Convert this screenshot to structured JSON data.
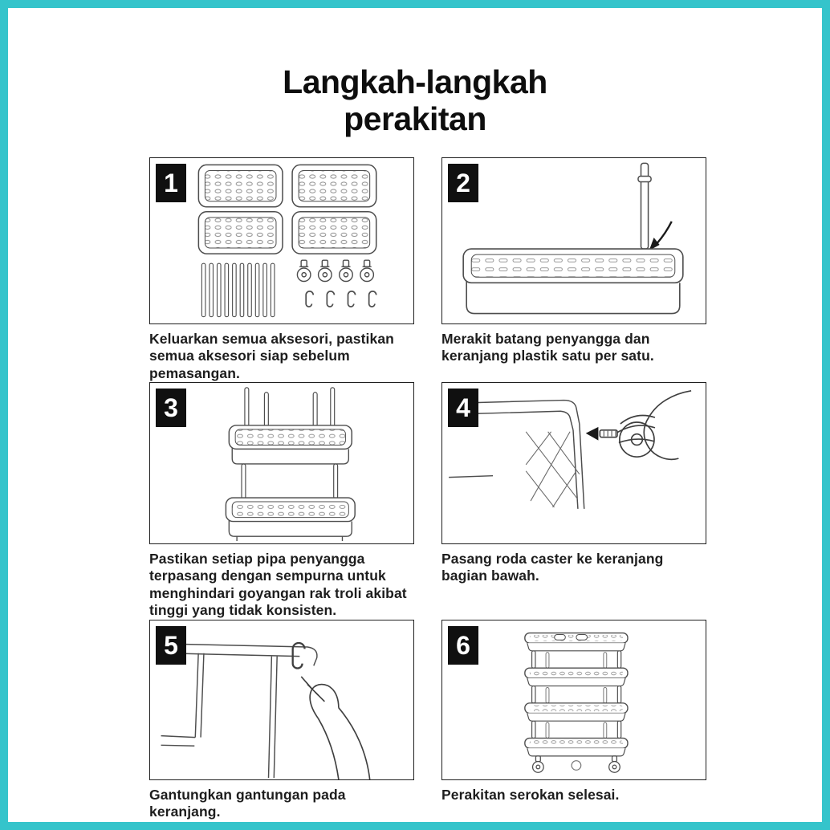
{
  "colors": {
    "accent": "#35c4cb",
    "ink": "#1d1d1d",
    "line": "#4d4d4d"
  },
  "title": {
    "line1": "Langkah-langkah",
    "line2": "perakitan"
  },
  "steps": [
    {
      "number": "1",
      "illustration": "parts-overview",
      "caption": "Keluarkan semua aksesori, pastikan semua aksesori siap sebelum pemasangan."
    },
    {
      "number": "2",
      "illustration": "attach-pole-to-basket",
      "caption": "Merakit batang penyangga dan keranjang plastik satu per satu."
    },
    {
      "number": "3",
      "illustration": "two-tier-assembly",
      "caption": "Pastikan setiap pipa penyangga terpasang dengan sempurna untuk menghindari goyangan rak troli akibat tinggi yang tidak konsisten."
    },
    {
      "number": "4",
      "illustration": "install-caster-wheel",
      "caption": "Pasang roda caster ke keranjang bagian bawah."
    },
    {
      "number": "5",
      "illustration": "hang-hook",
      "caption": "Gantungkan gantungan pada keranjang."
    },
    {
      "number": "6",
      "illustration": "finished-trolley",
      "caption": "Perakitan serokan selesai."
    }
  ]
}
